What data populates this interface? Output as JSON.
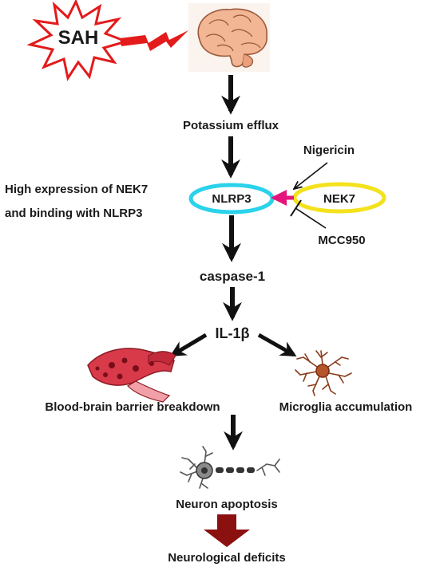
{
  "trigger": {
    "label": "SAH"
  },
  "steps": {
    "potassium": "Potassium efflux",
    "nlrp3": "NLRP3",
    "nek7": "NEK7",
    "caspase": "caspase-1",
    "il1b": "IL-1β",
    "bbb": "Blood-brain barrier breakdown",
    "microglia": "Microglia accumulation",
    "neuron": "Neuron apoptosis",
    "deficits": "Neurological deficits"
  },
  "modulators": {
    "agonist": "Nigericin",
    "inhibitor": "MCC950"
  },
  "note": {
    "line1": "High expression of NEK7",
    "line2": "and binding with NLRP3"
  },
  "colors": {
    "sah_star": "#e31b1b",
    "nlrp3_ring": "#2ad2ea",
    "nek7_ring": "#f3e21c",
    "binding_arrow": "#e3157a",
    "deficit_arrow": "#8b1010"
  },
  "icons": [
    "brain-icon",
    "blood-vessel-icon",
    "microglia-icon",
    "neuron-icon"
  ]
}
